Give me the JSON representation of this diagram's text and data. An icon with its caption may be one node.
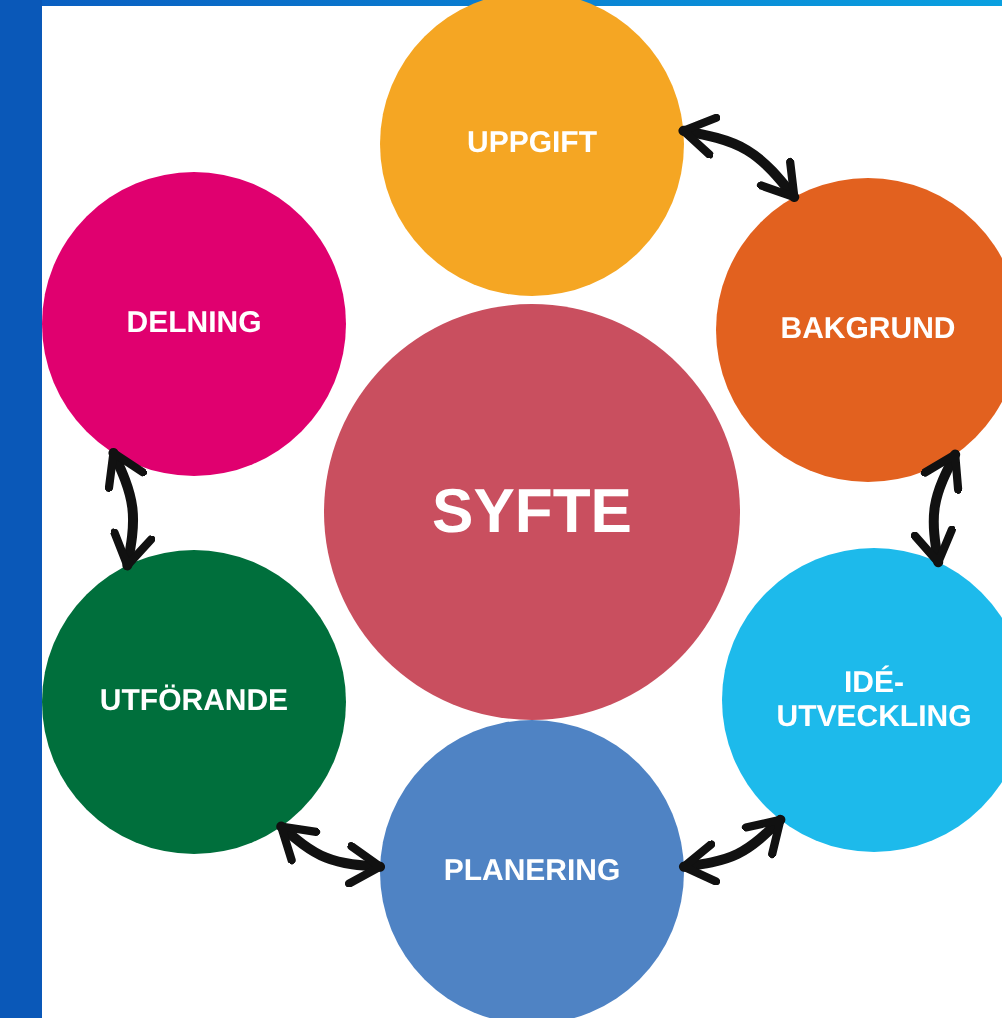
{
  "diagram": {
    "nodes": [
      {
        "text": [
          "UPPGIFT"
        ]
      },
      {
        "text": [
          "DELNING"
        ]
      },
      {
        "text": [
          "BAKGRUND"
        ]
      },
      {
        "text": [
          "SYFTE"
        ]
      },
      {
        "text": [
          "UTFÖRANDE"
        ]
      },
      {
        "text": [
          "IDÉ- UTVECKLING"
        ]
      },
      {
        "text": [
          "PLANERING"
        ]
      }
    ],
    "edges": [
      {
        "from": 0,
        "to": 2,
        "arrow": "both"
      },
      {
        "from": 2,
        "to": 5,
        "arrow": "both"
      },
      {
        "from": 5,
        "to": 6,
        "arrow": "both"
      },
      {
        "from": 6,
        "to": 4,
        "arrow": "both"
      },
      {
        "from": 4,
        "to": 1,
        "arrow": "both"
      }
    ]
  }
}
